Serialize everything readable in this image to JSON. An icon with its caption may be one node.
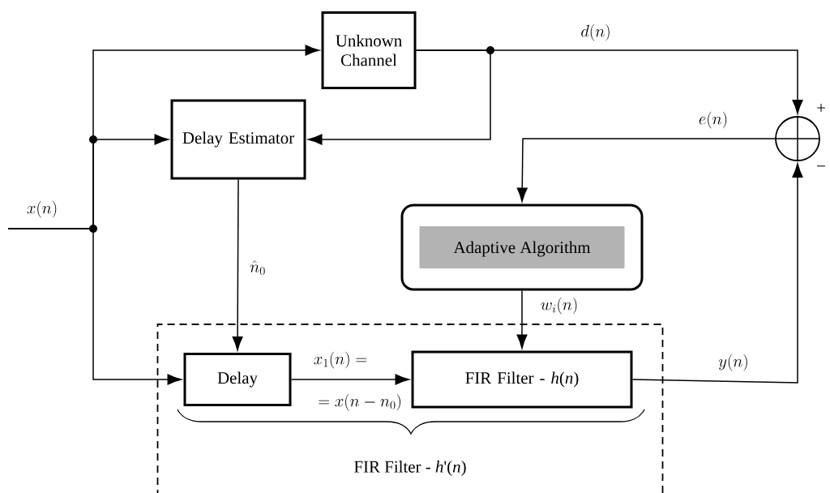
{
  "diagram": {
    "nodes": [
      {
        "text": [
          "Unknown Channel"
        ]
      },
      {
        "text": [
          "Delay Estimator"
        ]
      },
      {
        "text": [
          "Adaptive Algorithm"
        ]
      },
      {
        "text": [
          "FIR Filter - *h*'(*n*)"
        ]
      },
      {
        "text": [
          "Delay"
        ],
        "in": 3
      },
      {
        "text": [
          "FIR Filter - *h*(*n*)"
        ],
        "in": 3
      },
      {
        "text": [],
        "shape": "circle",
        "beside": [
          "+",
          "−"
        ]
      }
    ],
    "edges": [
      {
        "from": null,
        "to": 0,
        "arrow": "to",
        "label": "x(n)"
      },
      {
        "from": null,
        "to": 1,
        "arrow": "to"
      },
      {
        "from": null,
        "to": 4,
        "arrow": "to"
      },
      {
        "from": 0,
        "to": 6,
        "arrow": "to",
        "label": "d(n)"
      },
      {
        "from": 0,
        "to": 1,
        "arrow": "to"
      },
      {
        "from": 6,
        "to": 2,
        "arrow": "to",
        "label": "e(n)"
      },
      {
        "from": 1,
        "to": 4,
        "arrow": "to",
        "label": "\\hat{n}_0"
      },
      {
        "from": 2,
        "to": 5,
        "arrow": "to",
        "label": "w_i(n)"
      },
      {
        "from": 4,
        "to": 5,
        "arrow": "to",
        "label": "x_1(n) ="
      },
      {
        "from": 5,
        "to": 6,
        "arrow": "to",
        "label": "y(n)"
      }
    ],
    "labels": [
      "= x(n - n_0)"
    ]
  }
}
